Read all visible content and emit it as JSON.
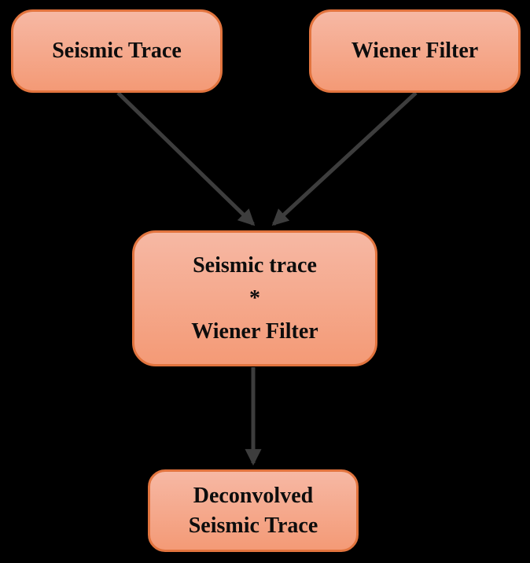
{
  "nodes": {
    "seismic_trace": {
      "label": "Seismic Trace"
    },
    "wiener_filter": {
      "label": "Wiener Filter"
    },
    "convolution": {
      "lines": [
        "Seismic trace",
        "*",
        "Wiener Filter"
      ]
    },
    "deconvolved": {
      "lines": [
        "Deconvolved",
        "Seismic Trace"
      ]
    }
  },
  "edges": [
    {
      "from": "seismic_trace",
      "to": "convolution"
    },
    {
      "from": "wiener_filter",
      "to": "convolution"
    },
    {
      "from": "convolution",
      "to": "deconvolved"
    }
  ],
  "colors": {
    "background": "#000000",
    "node_fill_top": "#f6b8a4",
    "node_fill_bottom": "#f49a76",
    "node_border": "#e2743e",
    "node_text": "#0d0d0d",
    "arrow": "#3d3d3d"
  }
}
